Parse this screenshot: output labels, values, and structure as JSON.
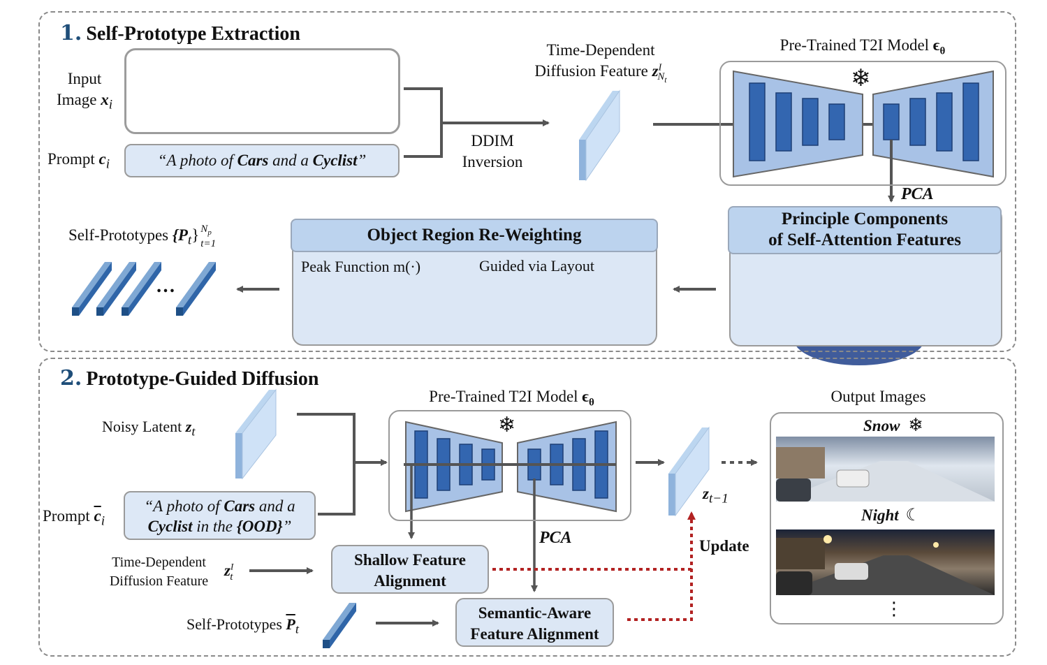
{
  "section1": {
    "number": "1.",
    "title": "Self-Prototype Extraction",
    "input_image_label": [
      "Input",
      "Image"
    ],
    "input_image_var": "x",
    "input_image_sub": "i",
    "prompt_label": "Prompt",
    "prompt_var": "c",
    "prompt_sub": "i",
    "prompt_text": {
      "p1": "“A photo of ",
      "b1": "Cars",
      "p2": " and a ",
      "b2": "Cyclist",
      "p3": "”"
    },
    "ddim": [
      "DDIM",
      "Inversion"
    ],
    "feature_label": [
      "Time-Dependent",
      "Diffusion Feature"
    ],
    "feature_var": "z",
    "feature_sup": "I",
    "feature_sub": "N",
    "feature_subsub": "t",
    "model_title": "Pre-Trained T2I Model",
    "model_var": "ϵ",
    "model_sub": "θ",
    "pca": "PCA",
    "pc_header": [
      "Principle Components",
      "of Self-Attention Features"
    ],
    "reweight_header": "Object Region Re-Weighting",
    "peak_label": "Peak Function m(·)",
    "guided_label": "Guided via Layout",
    "prototypes_label": "Self-Prototypes",
    "prototypes_set": "{P",
    "prototypes_sub": "t",
    "prototypes_close": "}",
    "prototypes_sup": "N",
    "prototypes_supsub": "p",
    "prototypes_range": "t=1",
    "ellipsis": "…"
  },
  "section2": {
    "number": "2.",
    "title": "Prototype-Guided Diffusion",
    "noisy_label": "Noisy Latent",
    "noisy_var": "z",
    "noisy_sub": "t",
    "prompt_label": "Prompt",
    "prompt_var": "c",
    "prompt_sub": "i",
    "prompt_text": {
      "p1": "“A photo of ",
      "b1": "Cars",
      "p2": " and a",
      "b2": "Cyclist",
      "p3": " in the ",
      "b3": "{OOD}",
      "p4": "”"
    },
    "model_title": "Pre-Trained T2I Model",
    "model_var": "ϵ",
    "model_sub": "θ",
    "pca": "PCA",
    "feature_label": [
      "Time-Dependent",
      "Diffusion Feature"
    ],
    "feature_var": "z",
    "feature_sup": "I",
    "feature_sub": "t",
    "shallow_box": [
      "Shallow Feature",
      "Alignment"
    ],
    "prototypes_label": "Self-Prototypes",
    "prototypes_var": "P",
    "prototypes_sub": "t",
    "semantic_box": [
      "Semantic-Aware",
      "Feature Alignment"
    ],
    "update": "Update",
    "zt1_var": "z",
    "zt1_sub": "t−1",
    "output_title": "Output Images",
    "snow_label": "Snow",
    "night_label": "Night",
    "more": "⋮"
  },
  "colors": {
    "panel_border": "#8a8a8a",
    "box_fill": "#dce7f5",
    "header_fill": "#bcd3ee",
    "unet_block": "#3366b0",
    "arrow": "#555555",
    "update_dotted": "#b22222",
    "title_number": "#1f4e79"
  },
  "icons": [
    "snowflake-icon",
    "moon-icon",
    "plus-icon",
    "arrow-icon"
  ]
}
